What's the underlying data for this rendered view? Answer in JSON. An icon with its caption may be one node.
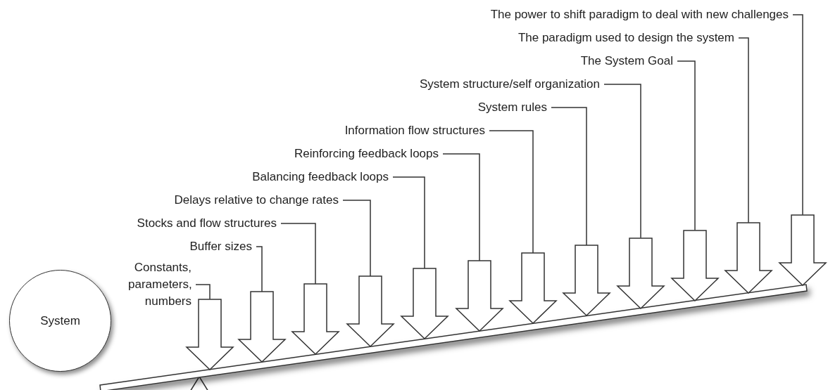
{
  "diagram": {
    "nodes": [
      {
        "text": [
          "System"
        ]
      },
      {
        "text": [
          "Constants, parameters, numbers"
        ]
      },
      {
        "text": [
          "Buffer sizes"
        ]
      },
      {
        "text": [
          "Stocks and flow structures"
        ]
      },
      {
        "text": [
          "Delays relative to change rates"
        ]
      },
      {
        "text": [
          "Balancing feedback loops"
        ]
      },
      {
        "text": [
          "Reinforcing feedback loops"
        ]
      },
      {
        "text": [
          "Information flow structures"
        ]
      },
      {
        "text": [
          "System rules"
        ]
      },
      {
        "text": [
          "System structure/self organization"
        ]
      },
      {
        "text": [
          "The System Goal"
        ]
      },
      {
        "text": [
          "The paradigm used to design the system"
        ]
      },
      {
        "text": [
          "The power to shift paradigm to deal with new challenges"
        ]
      },
      {
        "text": [],
        "shape": "arrow"
      },
      {
        "text": [],
        "shape": "arrow"
      },
      {
        "text": [],
        "shape": "arrow"
      },
      {
        "text": [],
        "shape": "arrow"
      },
      {
        "text": [],
        "shape": "arrow"
      },
      {
        "text": [],
        "shape": "arrow"
      },
      {
        "text": [],
        "shape": "arrow"
      },
      {
        "text": [],
        "shape": "arrow"
      },
      {
        "text": [],
        "shape": "arrow"
      },
      {
        "text": [],
        "shape": "arrow"
      },
      {
        "text": [],
        "shape": "arrow"
      },
      {
        "text": [],
        "shape": "arrow"
      }
    ],
    "edges": [
      {
        "from": 1,
        "to": 13,
        "arrow": "none"
      },
      {
        "from": 2,
        "to": 14,
        "arrow": "none"
      },
      {
        "from": 3,
        "to": 15,
        "arrow": "none"
      },
      {
        "from": 4,
        "to": 16,
        "arrow": "none"
      },
      {
        "from": 5,
        "to": 17,
        "arrow": "none"
      },
      {
        "from": 6,
        "to": 18,
        "arrow": "none"
      },
      {
        "from": 7,
        "to": 19,
        "arrow": "none"
      },
      {
        "from": 8,
        "to": 20,
        "arrow": "none"
      },
      {
        "from": 9,
        "to": 21,
        "arrow": "none"
      },
      {
        "from": 10,
        "to": 22,
        "arrow": "none"
      },
      {
        "from": 11,
        "to": 23,
        "arrow": "none"
      },
      {
        "from": 12,
        "to": 24,
        "arrow": "none"
      }
    ]
  }
}
